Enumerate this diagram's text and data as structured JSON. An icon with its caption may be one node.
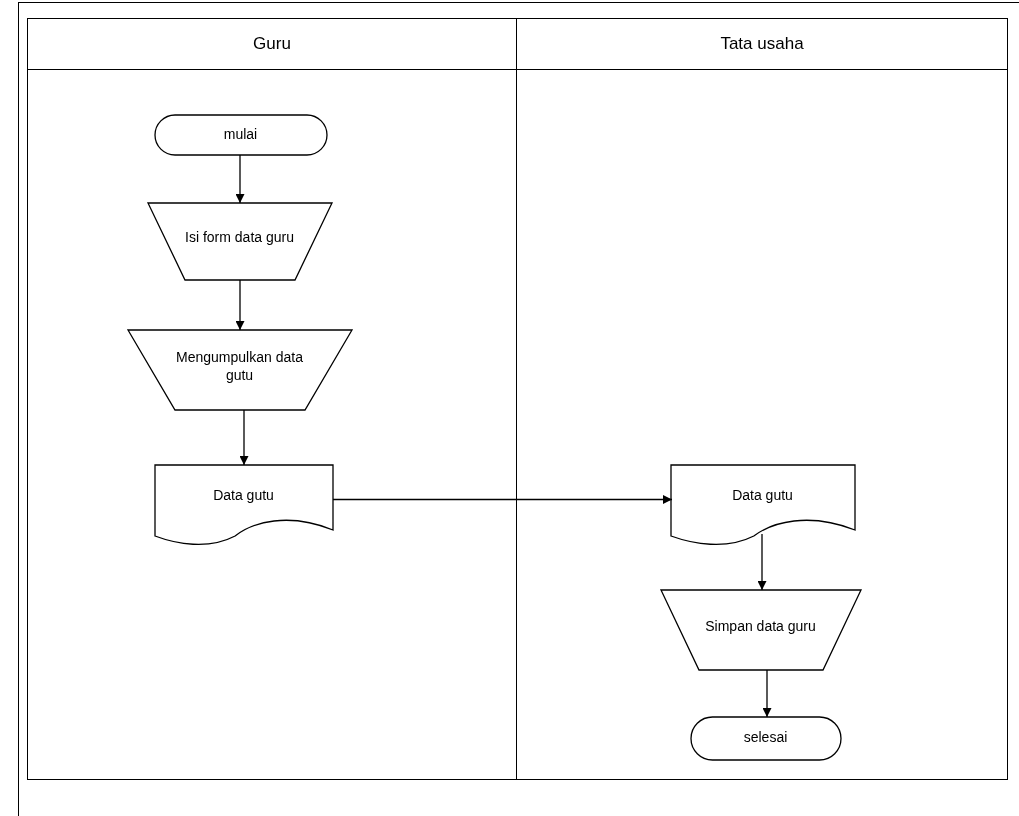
{
  "diagram": {
    "nodes": [
      {
        "text": [
          "Guru"
        ]
      },
      {
        "text": [
          "Tata usaha"
        ]
      },
      {
        "text": [
          "mulai"
        ],
        "in": 0
      },
      {
        "text": [
          "Isi form data guru"
        ],
        "in": 0
      },
      {
        "text": [
          "Mengumpulkan data gutu"
        ],
        "in": 0
      },
      {
        "text": [
          "Data gutu"
        ],
        "in": 0
      },
      {
        "text": [
          "Data gutu"
        ],
        "in": 1
      },
      {
        "text": [
          "Simpan data guru"
        ],
        "in": 1
      },
      {
        "text": [
          "selesai"
        ],
        "in": 1
      }
    ],
    "edges": [
      {
        "from": 2,
        "to": 3,
        "arrow": "to"
      },
      {
        "from": 3,
        "to": 4,
        "arrow": "to"
      },
      {
        "from": 4,
        "to": 5,
        "arrow": "to"
      },
      {
        "from": 5,
        "to": 6,
        "arrow": "to"
      },
      {
        "from": 6,
        "to": 7,
        "arrow": "to"
      },
      {
        "from": 7,
        "to": 8,
        "arrow": "to"
      }
    ]
  }
}
